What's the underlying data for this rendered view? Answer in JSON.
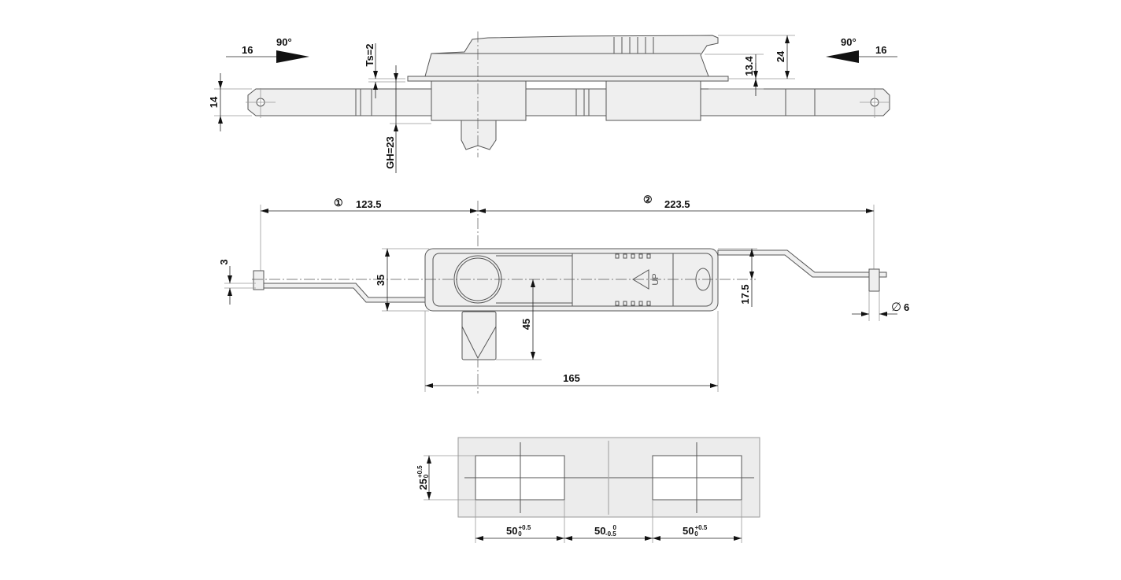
{
  "top_view": {
    "left_arrow": {
      "length": "16",
      "angle": "90°"
    },
    "right_arrow": {
      "length": "16",
      "angle": "90°"
    },
    "ts": "Ts=2",
    "gh": "GH=23",
    "strap_width": "14",
    "height_a": "13.4",
    "height_b": "24"
  },
  "middle_view": {
    "marker_1": "①",
    "dim_left": "123.5",
    "marker_2": "②",
    "dim_right": "223.5",
    "rod_dia": "3",
    "body_height": "35",
    "tongue": "45",
    "half_height": "17.5",
    "pin_dia": "6",
    "pin_dia_symbol": "∅",
    "body_length": "165",
    "up_label": "UP"
  },
  "cutout": {
    "height": {
      "value": "25",
      "upper": "+0.5",
      "lower": "0"
    },
    "widths": [
      {
        "value": "50",
        "upper": "+0.5",
        "lower": "0"
      },
      {
        "value": "50",
        "upper": "0",
        "lower": "-0.5"
      },
      {
        "value": "50",
        "upper": "+0.5",
        "lower": "0"
      }
    ]
  }
}
